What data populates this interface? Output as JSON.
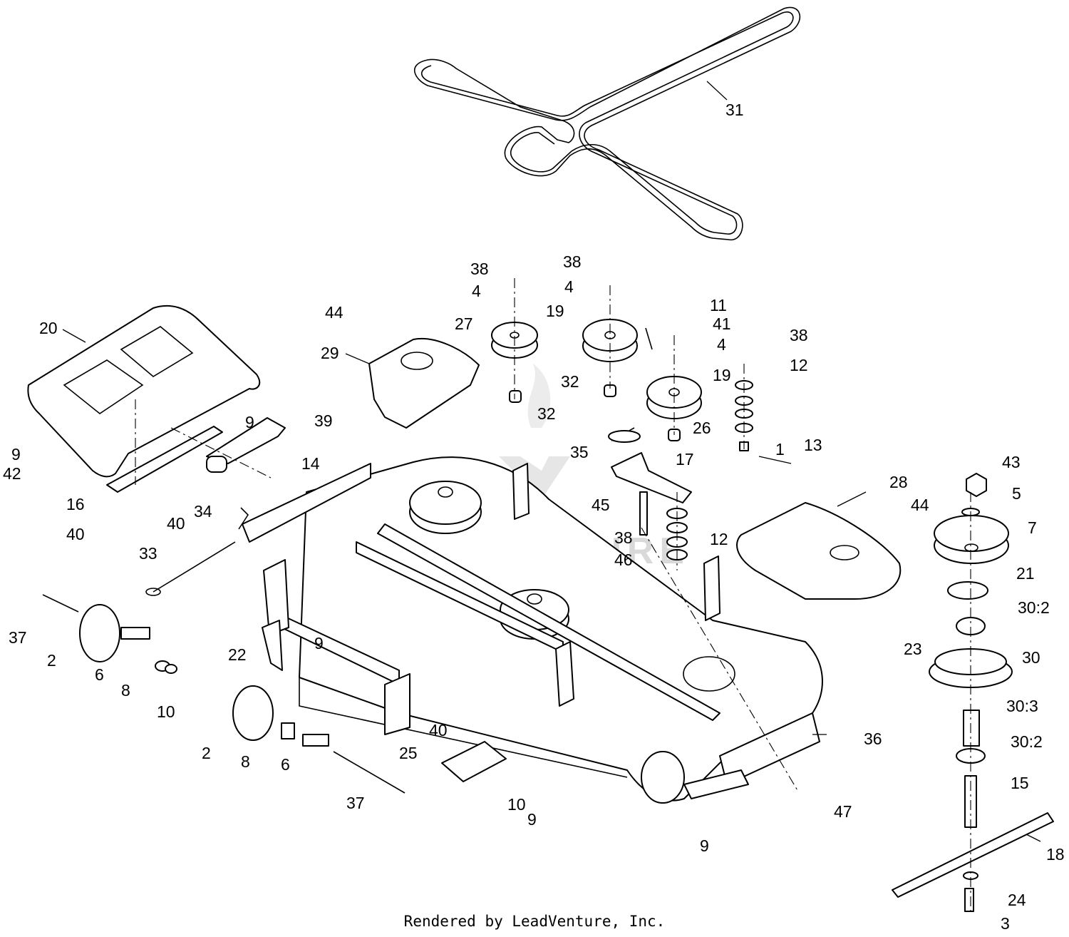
{
  "watermark": "LEADVENTURE",
  "footer": "Rendered by LeadVenture, Inc.",
  "callouts": [
    "31",
    "38",
    "4",
    "44",
    "27",
    "19",
    "38",
    "4",
    "29",
    "32",
    "32",
    "11",
    "41",
    "4",
    "19",
    "38",
    "12",
    "26",
    "13",
    "1",
    "35",
    "17",
    "20",
    "9",
    "42",
    "16",
    "40",
    "40",
    "14",
    "9",
    "34",
    "39",
    "33",
    "45",
    "38",
    "46",
    "12",
    "28",
    "44",
    "43",
    "5",
    "7",
    "21",
    "30:2",
    "23",
    "30",
    "30:3",
    "30:2",
    "37",
    "2",
    "6",
    "8",
    "10",
    "22",
    "9",
    "2",
    "8",
    "6",
    "37",
    "40",
    "25",
    "10",
    "9",
    "9",
    "36",
    "47",
    "15",
    "18",
    "24",
    "3"
  ]
}
